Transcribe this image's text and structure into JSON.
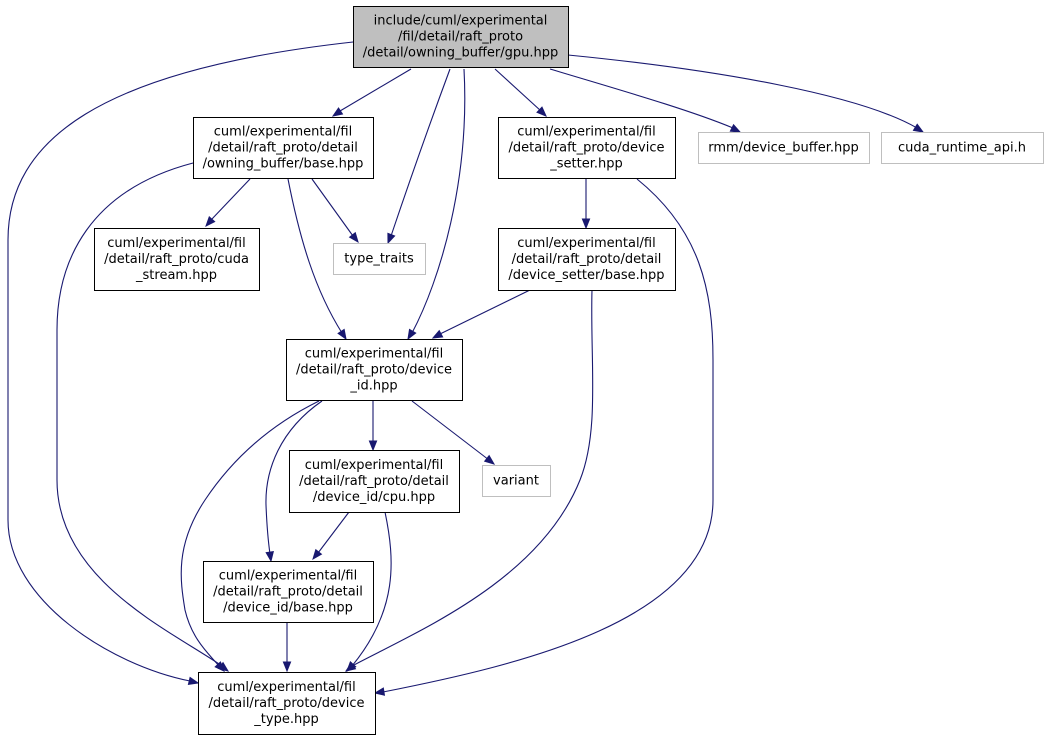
{
  "colors": {
    "edge": "#191970",
    "root_fill": "#bfbfbf",
    "node_fill": "#ffffff",
    "node_border": "#000000",
    "external_border": "#bfbfbf"
  },
  "nodes": {
    "gpu": {
      "kind": "root",
      "lines": [
        "include/cuml/experimental",
        "/fil/detail/raft_proto",
        "/detail/owning_buffer/gpu.hpp"
      ]
    },
    "owning_base": {
      "kind": "file",
      "lines": [
        "cuml/experimental/fil",
        "/detail/raft_proto/detail",
        "/owning_buffer/base.hpp"
      ]
    },
    "device_setter": {
      "kind": "file",
      "lines": [
        "cuml/experimental/fil",
        "/detail/raft_proto/device",
        "_setter.hpp"
      ]
    },
    "rmm_buffer": {
      "kind": "external",
      "lines": [
        "rmm/device_buffer.hpp"
      ]
    },
    "cuda_runtime": {
      "kind": "external",
      "lines": [
        "cuda_runtime_api.h"
      ]
    },
    "cuda_stream": {
      "kind": "file",
      "lines": [
        "cuml/experimental/fil",
        "/detail/raft_proto/cuda",
        "_stream.hpp"
      ]
    },
    "type_traits": {
      "kind": "external",
      "lines": [
        "type_traits"
      ]
    },
    "setter_base": {
      "kind": "file",
      "lines": [
        "cuml/experimental/fil",
        "/detail/raft_proto/detail",
        "/device_setter/base.hpp"
      ]
    },
    "device_id": {
      "kind": "file",
      "lines": [
        "cuml/experimental/fil",
        "/detail/raft_proto/device",
        "_id.hpp"
      ]
    },
    "cpu": {
      "kind": "file",
      "lines": [
        "cuml/experimental/fil",
        "/detail/raft_proto/detail",
        "/device_id/cpu.hpp"
      ]
    },
    "variant": {
      "kind": "external",
      "lines": [
        "variant"
      ]
    },
    "id_base": {
      "kind": "file",
      "lines": [
        "cuml/experimental/fil",
        "/detail/raft_proto/detail",
        "/device_id/base.hpp"
      ]
    },
    "device_type": {
      "kind": "file",
      "lines": [
        "cuml/experimental/fil",
        "/detail/raft_proto/device",
        "_type.hpp"
      ]
    }
  },
  "edges": [
    [
      "gpu",
      "owning_base"
    ],
    [
      "gpu",
      "type_traits"
    ],
    [
      "gpu",
      "device_id"
    ],
    [
      "gpu",
      "device_setter"
    ],
    [
      "gpu",
      "rmm_buffer"
    ],
    [
      "gpu",
      "cuda_runtime"
    ],
    [
      "gpu",
      "device_type"
    ],
    [
      "owning_base",
      "cuda_stream"
    ],
    [
      "owning_base",
      "type_traits"
    ],
    [
      "owning_base",
      "device_id"
    ],
    [
      "owning_base",
      "device_type"
    ],
    [
      "device_setter",
      "setter_base"
    ],
    [
      "device_setter",
      "device_type"
    ],
    [
      "setter_base",
      "device_id"
    ],
    [
      "setter_base",
      "device_type"
    ],
    [
      "device_id",
      "cpu"
    ],
    [
      "device_id",
      "variant"
    ],
    [
      "device_id",
      "id_base"
    ],
    [
      "device_id",
      "device_type"
    ],
    [
      "cpu",
      "id_base"
    ],
    [
      "cpu",
      "device_type"
    ],
    [
      "id_base",
      "device_type"
    ]
  ]
}
